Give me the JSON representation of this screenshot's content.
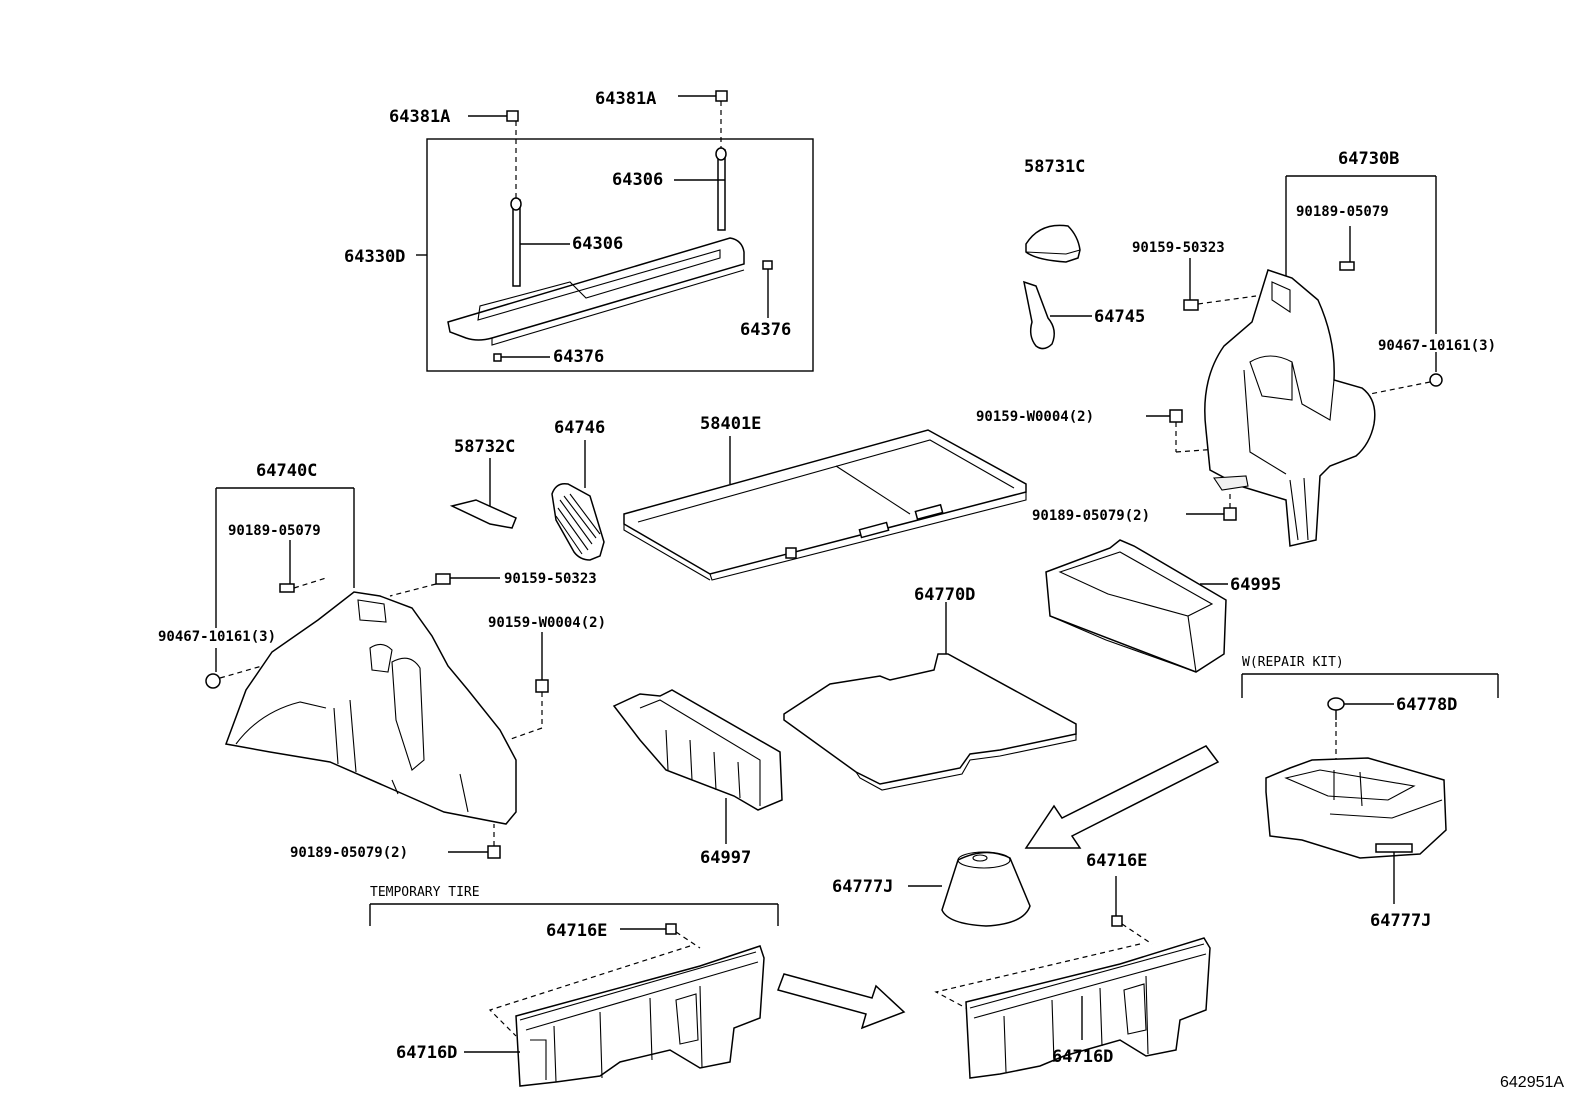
{
  "labels": {
    "l_64381a_a": "64381A",
    "l_64381a_b": "64381A",
    "l_64306_a": "64306",
    "l_64306_b": "64306",
    "l_64330d": "64330D",
    "l_64376_a": "64376",
    "l_64376_b": "64376",
    "l_58731c": "58731C",
    "l_64745": "64745",
    "l_64730b": "64730B",
    "l_90189_05079_a": "90189-05079",
    "l_90159_50323_a": "90159-50323",
    "l_90467_10161_a": "90467-10161(3)",
    "l_90159_w0004_a": "90159-W0004(2)",
    "l_90189_05079_2_a": "90189-05079(2)",
    "l_58732c": "58732C",
    "l_64746": "64746",
    "l_58401e": "58401E",
    "l_64740c": "64740C",
    "l_90189_05079_b": "90189-05079",
    "l_90159_50323_b": "90159-50323",
    "l_90467_10161_b": "90467-10161(3)",
    "l_90159_w0004_b": "90159-W0004(2)",
    "l_90189_05079_2_b": "90189-05079(2)",
    "l_64995": "64995",
    "l_64770d": "64770D",
    "l_64778d": "64778D",
    "l_64997": "64997",
    "l_64777j_a": "64777J",
    "l_64777j_b": "64777J",
    "l_64716e_a": "64716E",
    "l_64716e_b": "64716E",
    "l_64716d_a": "64716D",
    "l_64716d_b": "64716D"
  },
  "captions": {
    "repair_kit": "W(REPAIR KIT)",
    "temporary_tire": "TEMPORARY TIRE"
  },
  "figure_id": "642951A"
}
